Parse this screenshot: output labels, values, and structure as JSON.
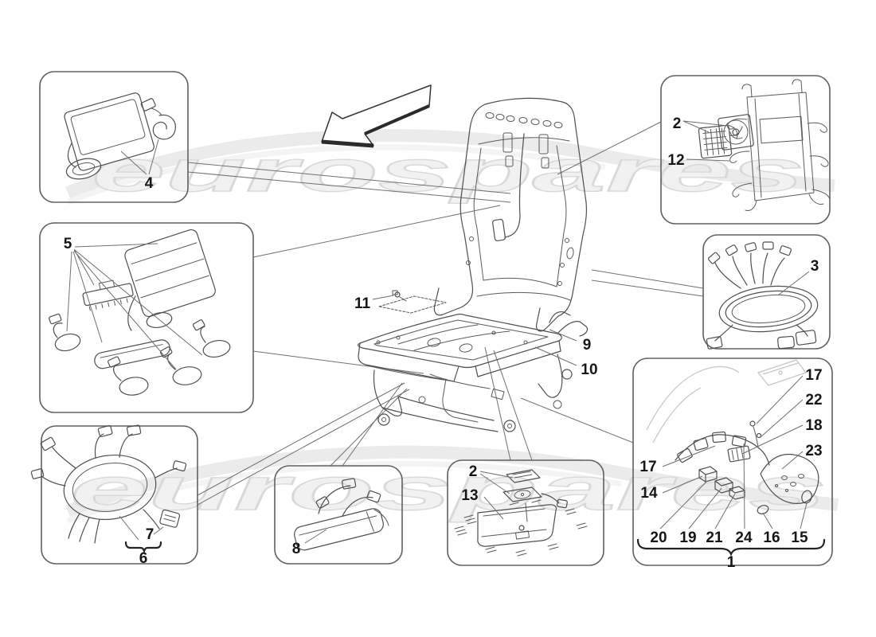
{
  "page": {
    "title": "seat components parts diagram",
    "watermark_text": "eurospares",
    "colors": {
      "background": "#ffffff",
      "line_art": "#4f4f4f",
      "box_border": "#606060",
      "leader_line": "#707070",
      "watermark_fill": "#f1f1f1",
      "watermark_stroke": "#d9d9d9",
      "label_text": "#161616",
      "ghost_art": "#c6c6c6"
    },
    "labels": {
      "part4": "4",
      "part5": "5",
      "part7": "7",
      "part6": "6",
      "part8": "8",
      "box213_part2": "2",
      "part13": "13",
      "box212_part2": "2",
      "part12": "12",
      "part3": "3",
      "part9": "9",
      "part10": "10",
      "part11": "11",
      "part17_right": "17",
      "part22": "22",
      "part18": "18",
      "part23": "23",
      "part17_left": "17",
      "part14": "14",
      "part20": "20",
      "part19": "19",
      "part21": "21",
      "part24": "24",
      "part16": "16",
      "part15": "15",
      "group1": "1"
    }
  }
}
